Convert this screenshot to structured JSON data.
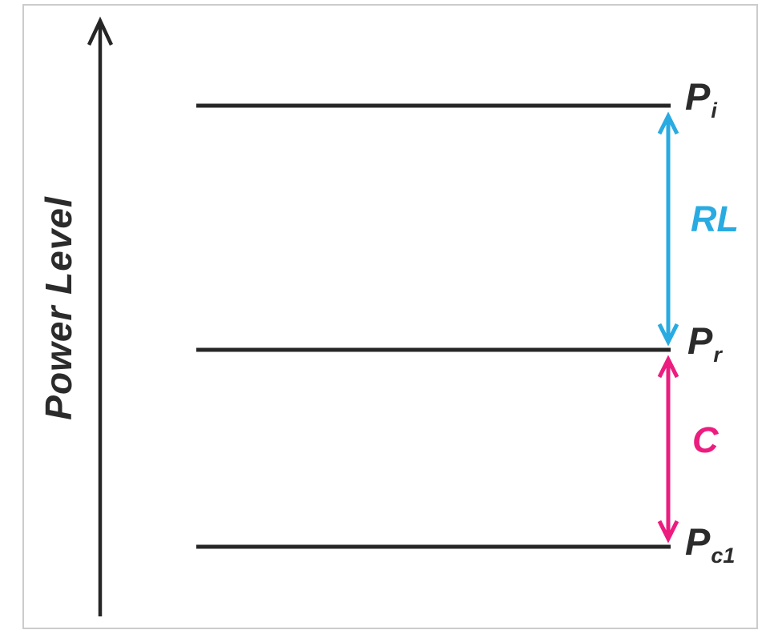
{
  "axis": {
    "label": "Power Level"
  },
  "levels": [
    {
      "name": "incident-power-level",
      "symbol": "P",
      "subscript": "i"
    },
    {
      "name": "reflected-power-level",
      "symbol": "P",
      "subscript": "r"
    },
    {
      "name": "coupled-power-level",
      "symbol": "P",
      "subscript": "c1"
    }
  ],
  "spans": [
    {
      "name": "return-loss",
      "label": "RL",
      "color": "#29ABE2",
      "between": [
        "Pi",
        "Pr"
      ]
    },
    {
      "name": "coupling",
      "label": "C",
      "color": "#EC1D7F",
      "between": [
        "Pr",
        "Pc1"
      ]
    }
  ],
  "colors": {
    "line": "#262626",
    "text": "#2B2B2B",
    "rl_arrow": "#29ABE2",
    "coupling_arrow": "#EC1D7F",
    "frame_border": "#CCCCCC",
    "background": "#FFFFFF"
  }
}
